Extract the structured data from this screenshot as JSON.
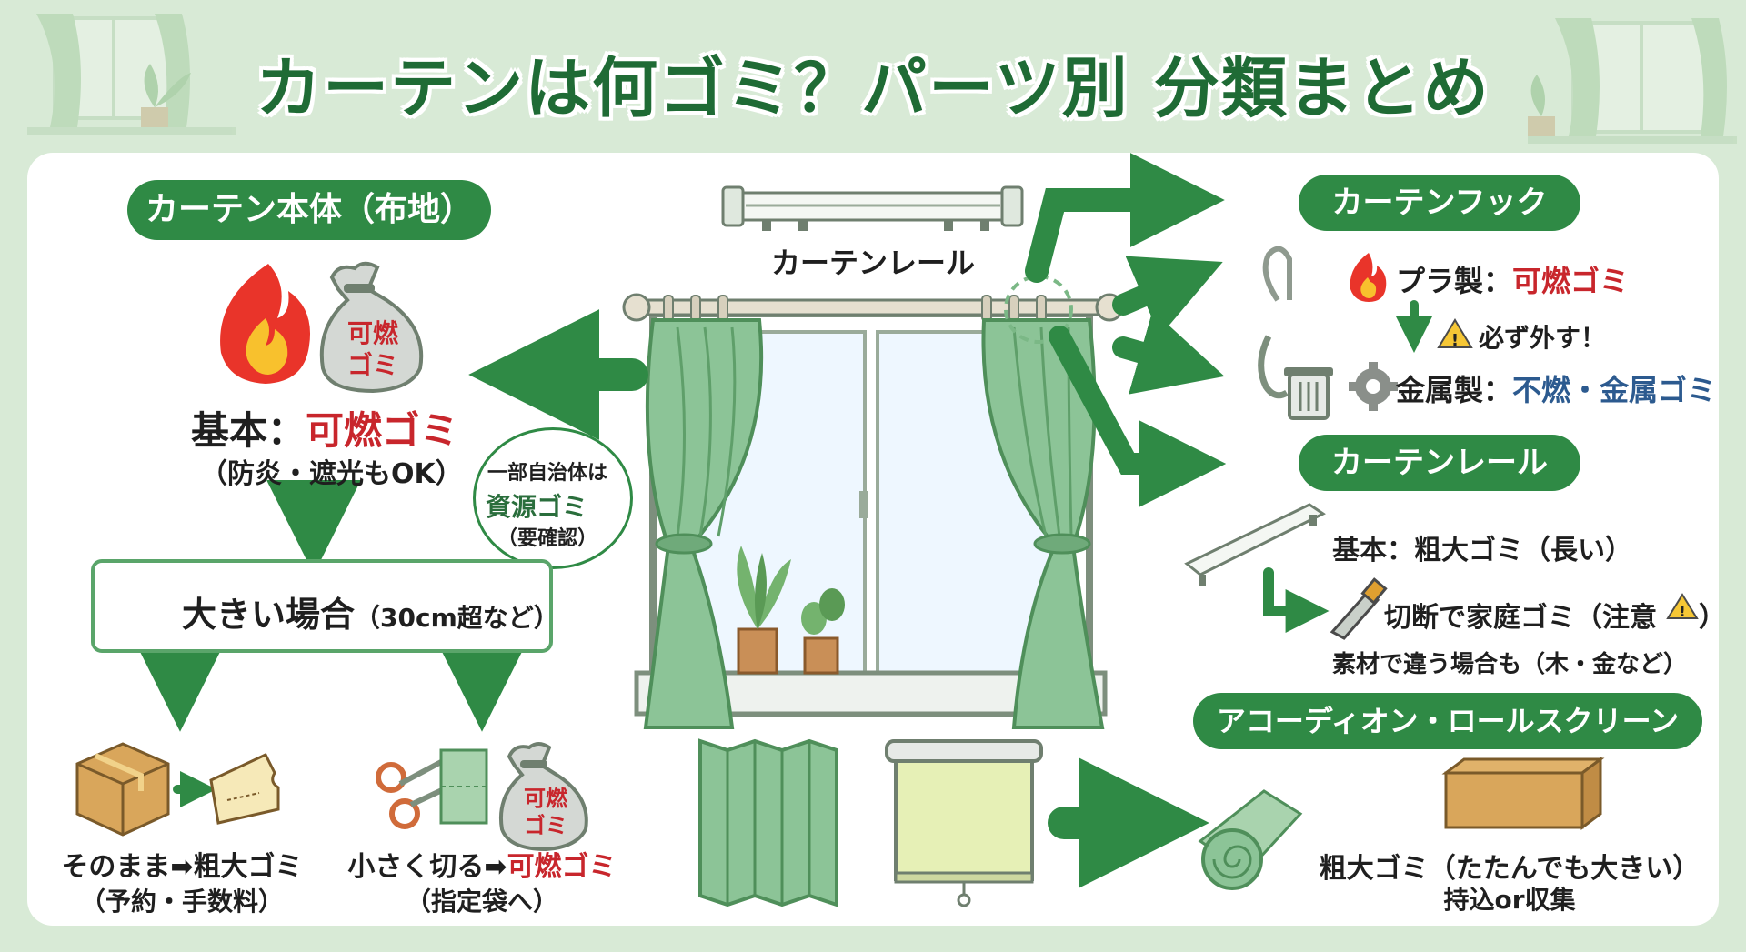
{
  "title": "カーテンは何ゴミ？パーツ別 分類まとめ",
  "left": {
    "header": "カーテン本体（布地）",
    "bag_label_1": "可燃",
    "bag_label_2": "ゴミ",
    "basic_prefix": "基本：",
    "basic_value": "可燃ゴミ",
    "basic_note": "（防炎・遮光もOK）",
    "bubble_line1": "一部自治体は",
    "bubble_line2": "資源ゴミ",
    "bubble_line3": "（要確認）",
    "large_case": "大きい場合",
    "large_case_note": "（30cm超など）",
    "option1_prefix": "そのまま➡",
    "option1_value": "粗大ゴミ",
    "option1_note": "（予約・手数料）",
    "option2_prefix": "小さく切る➡",
    "option2_value": "可燃ゴミ",
    "option2_note": "（指定袋へ）"
  },
  "center": {
    "rail_label": "カーテンレール"
  },
  "right": {
    "hook_header": "カーテンフック",
    "hook_plastic_prefix": "プラ製：",
    "hook_plastic_value": "可燃ゴミ",
    "hook_warning": "必ず外す！",
    "hook_metal_prefix": "金属製：",
    "hook_metal_value": "不燃・金属ゴミ",
    "rail_header": "カーテンレール",
    "rail_basic": "基本：粗大ゴミ（長い）",
    "rail_cut": "切断で家庭ゴミ（注意",
    "rail_material": "素材で違う場合も（木・金など）",
    "screen_header": "アコーディオン・ロールスクリーン",
    "screen_line1": "粗大ゴミ（たたんでも大きい）",
    "screen_line2": "持込or収集"
  },
  "colors": {
    "accent": "#2f8a45",
    "title": "#1f6b35",
    "burnable": "#c8262c",
    "metal": "#2c5a8f",
    "curtain": "#8cc497",
    "background": "#d8ead6"
  }
}
